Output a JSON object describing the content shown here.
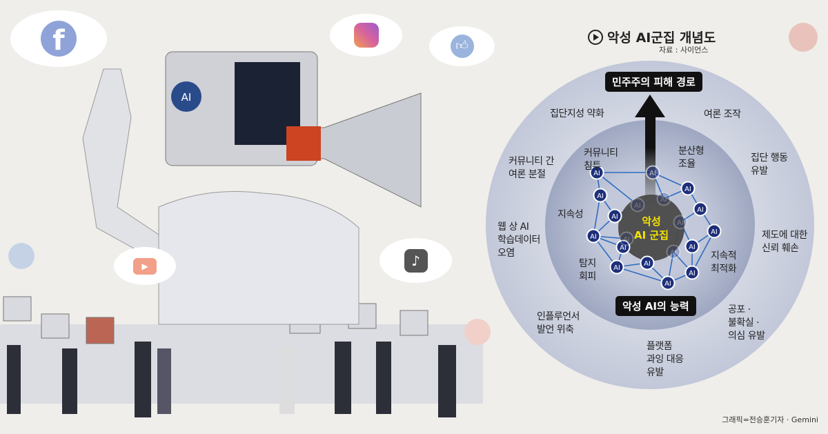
{
  "title": "악성 AI군집 개념도",
  "source": "자료 : 사이언스",
  "credit": "그래픽=전승훈기자 · Gemini",
  "top_tag": "민주주의 피해 경로",
  "bottom_tag": "악성 AI의 능력",
  "core_label": [
    "악성",
    "AI 군집"
  ],
  "node_label": "AI",
  "robot_screen_label": "AI",
  "outer_ring_items": [
    "집단지성 약화",
    "여론 조작",
    "커뮤니티 간\n여론 분절",
    "집단 행동\n유발",
    "웹 상 AI\n학습데이터\n오염",
    "제도에 대한\n신뢰 훼손",
    "인플루언서\n발언 위축",
    "공포 ·\n불확실 ·\n의심 유발",
    "플랫폼\n과잉 대응\n유발"
  ],
  "inner_ring_items": [
    "커뮤니티\n침투",
    "분산형\n조율",
    "지속성",
    "탐지\n회피",
    "지속적\n최적화"
  ],
  "social_icons": [
    "facebook-icon",
    "instagram-icon",
    "thumbs-up-icon",
    "youtube-icon",
    "tiktok-icon",
    "thumbs-down-icon"
  ],
  "colors": {
    "outer_ring": "#c9cedd",
    "inner_ring": "#a9b1c9",
    "core": "#4a4a4a",
    "node": "#1d2f7a",
    "edge": "#2e6bc0",
    "core_text": "#f5e400",
    "facebook": "#8fa3d8",
    "instagram": "#d9639a",
    "youtube": "#f2a08a",
    "tiktok": "#555555"
  }
}
